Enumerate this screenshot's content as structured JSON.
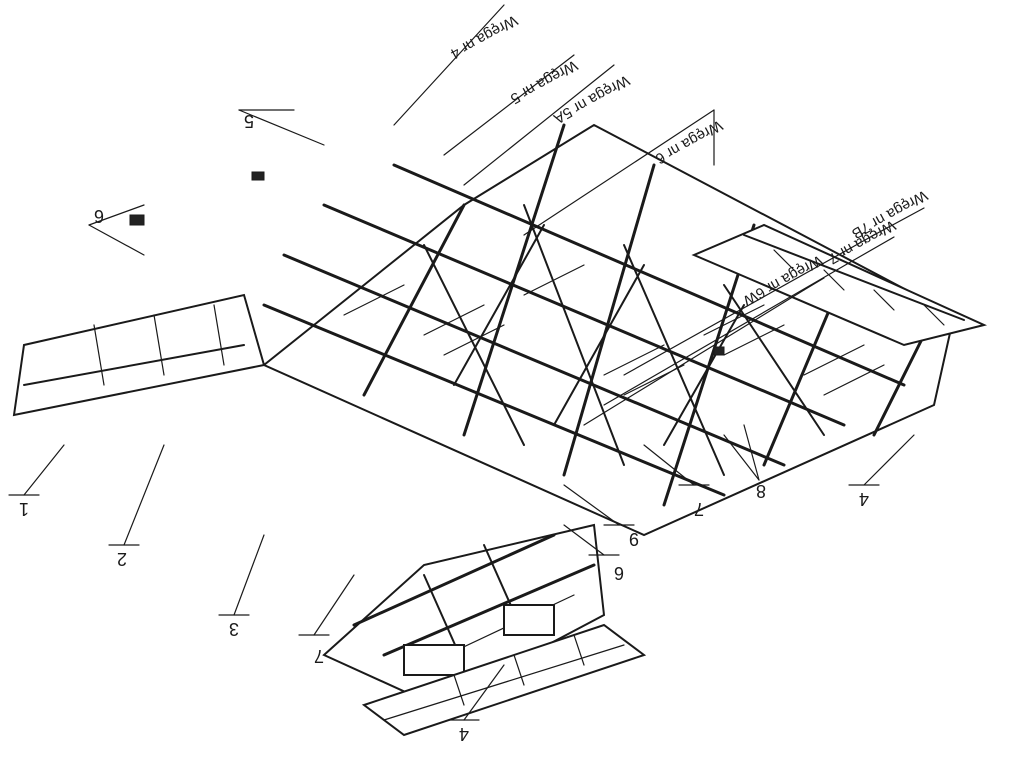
{
  "frame_labels": [
    {
      "id": "w4",
      "text": "Wręga nr 4"
    },
    {
      "id": "w5",
      "text": "Wręga nr 5"
    },
    {
      "id": "w5a",
      "text": "Wręga nr 5A"
    },
    {
      "id": "w6",
      "text": "Wręga nr 6"
    },
    {
      "id": "w6w",
      "text": "Wręga nr 6W"
    },
    {
      "id": "w7",
      "text": "Wręga nr 7"
    },
    {
      "id": "w7b",
      "text": "Wręga nr 7B"
    }
  ],
  "callouts": [
    {
      "id": "c1",
      "text": "1"
    },
    {
      "id": "c2",
      "text": "2"
    },
    {
      "id": "c3",
      "text": "3"
    },
    {
      "id": "c4a",
      "text": "4"
    },
    {
      "id": "c4b",
      "text": "4"
    },
    {
      "id": "c5",
      "text": "5"
    },
    {
      "id": "c6a",
      "text": "6"
    },
    {
      "id": "c6b",
      "text": "6"
    },
    {
      "id": "c7a",
      "text": "7"
    },
    {
      "id": "c7b",
      "text": "7"
    },
    {
      "id": "c8",
      "text": "8"
    },
    {
      "id": "c9",
      "text": "9"
    }
  ]
}
